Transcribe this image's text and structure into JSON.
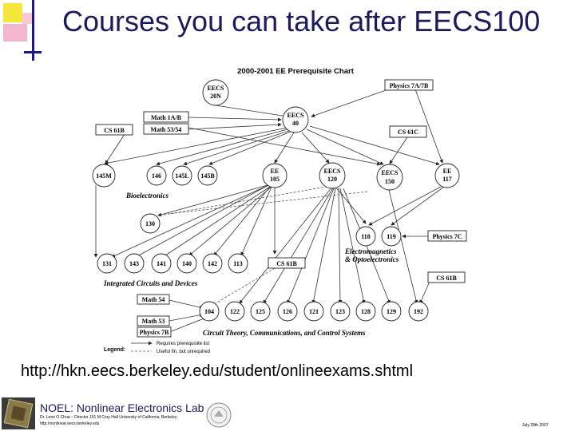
{
  "slide": {
    "title": "Courses you can take after EECS100",
    "url": "http://hkn.eecs.berkeley.edu/student/onlineexams.shtml",
    "accent_color": "#1a1a5e"
  },
  "diagram": {
    "title": "2000-2001 EE Prerequisite Chart",
    "nodes": {
      "eecs20n": [
        "EECS",
        "20N"
      ],
      "eecs40": [
        "EECS",
        "40"
      ],
      "ee105": [
        "EE",
        "105"
      ],
      "eecs120": [
        "EECS",
        "120"
      ],
      "eecs150": [
        "EECS",
        "150"
      ],
      "ee117": [
        "EE",
        "117"
      ],
      "n145m": "145M",
      "n146": "146",
      "n145l": "145L",
      "n145b": "145B",
      "n130": "130",
      "n118": "118",
      "n119": "119",
      "n131": "131",
      "n143": "143",
      "n141": "141",
      "n140": "140",
      "n142": "142",
      "n113": "113",
      "n104": "104",
      "n122": "122",
      "n125": "125",
      "n126": "126",
      "n121": "121",
      "n123": "123",
      "n128": "128",
      "n129": "129",
      "n192": "192"
    },
    "boxes": {
      "physics7ab": "Physics 7A/7B",
      "math1ab": "Math 1A/B",
      "math5354": "Math 53/54",
      "cs61b_top": "CS 61B",
      "cs61c": "CS 61C",
      "physics7c": "Physics 7C",
      "cs61b_mid": "CS 61B",
      "cs61b_right": "CS 61B",
      "math54": "Math 54",
      "math53": "Math 53",
      "physics7b": "Physics 7B"
    },
    "groups": {
      "bio": "Bioelectronics",
      "emag1": "Electromagnetics",
      "emag2": "& Optoelectronics",
      "ic": "Integrated Circuits and Devices",
      "ct": "Circuit Theory, Communications, and Control Systems"
    },
    "legend": {
      "title": "Legend:",
      "solid": "Requires prerequisite list",
      "dashed": "Useful fin, but unrequired"
    }
  },
  "footer": {
    "lab_name": "NOEL: Nonlinear Electronics Lab",
    "line1": "Dr. Leon O Chua – Director 151 M Cory Hall University of California, Berkeley",
    "line2": "http://nonlinear.eecs.berkeley.edu",
    "date": "July 28th 2007"
  }
}
